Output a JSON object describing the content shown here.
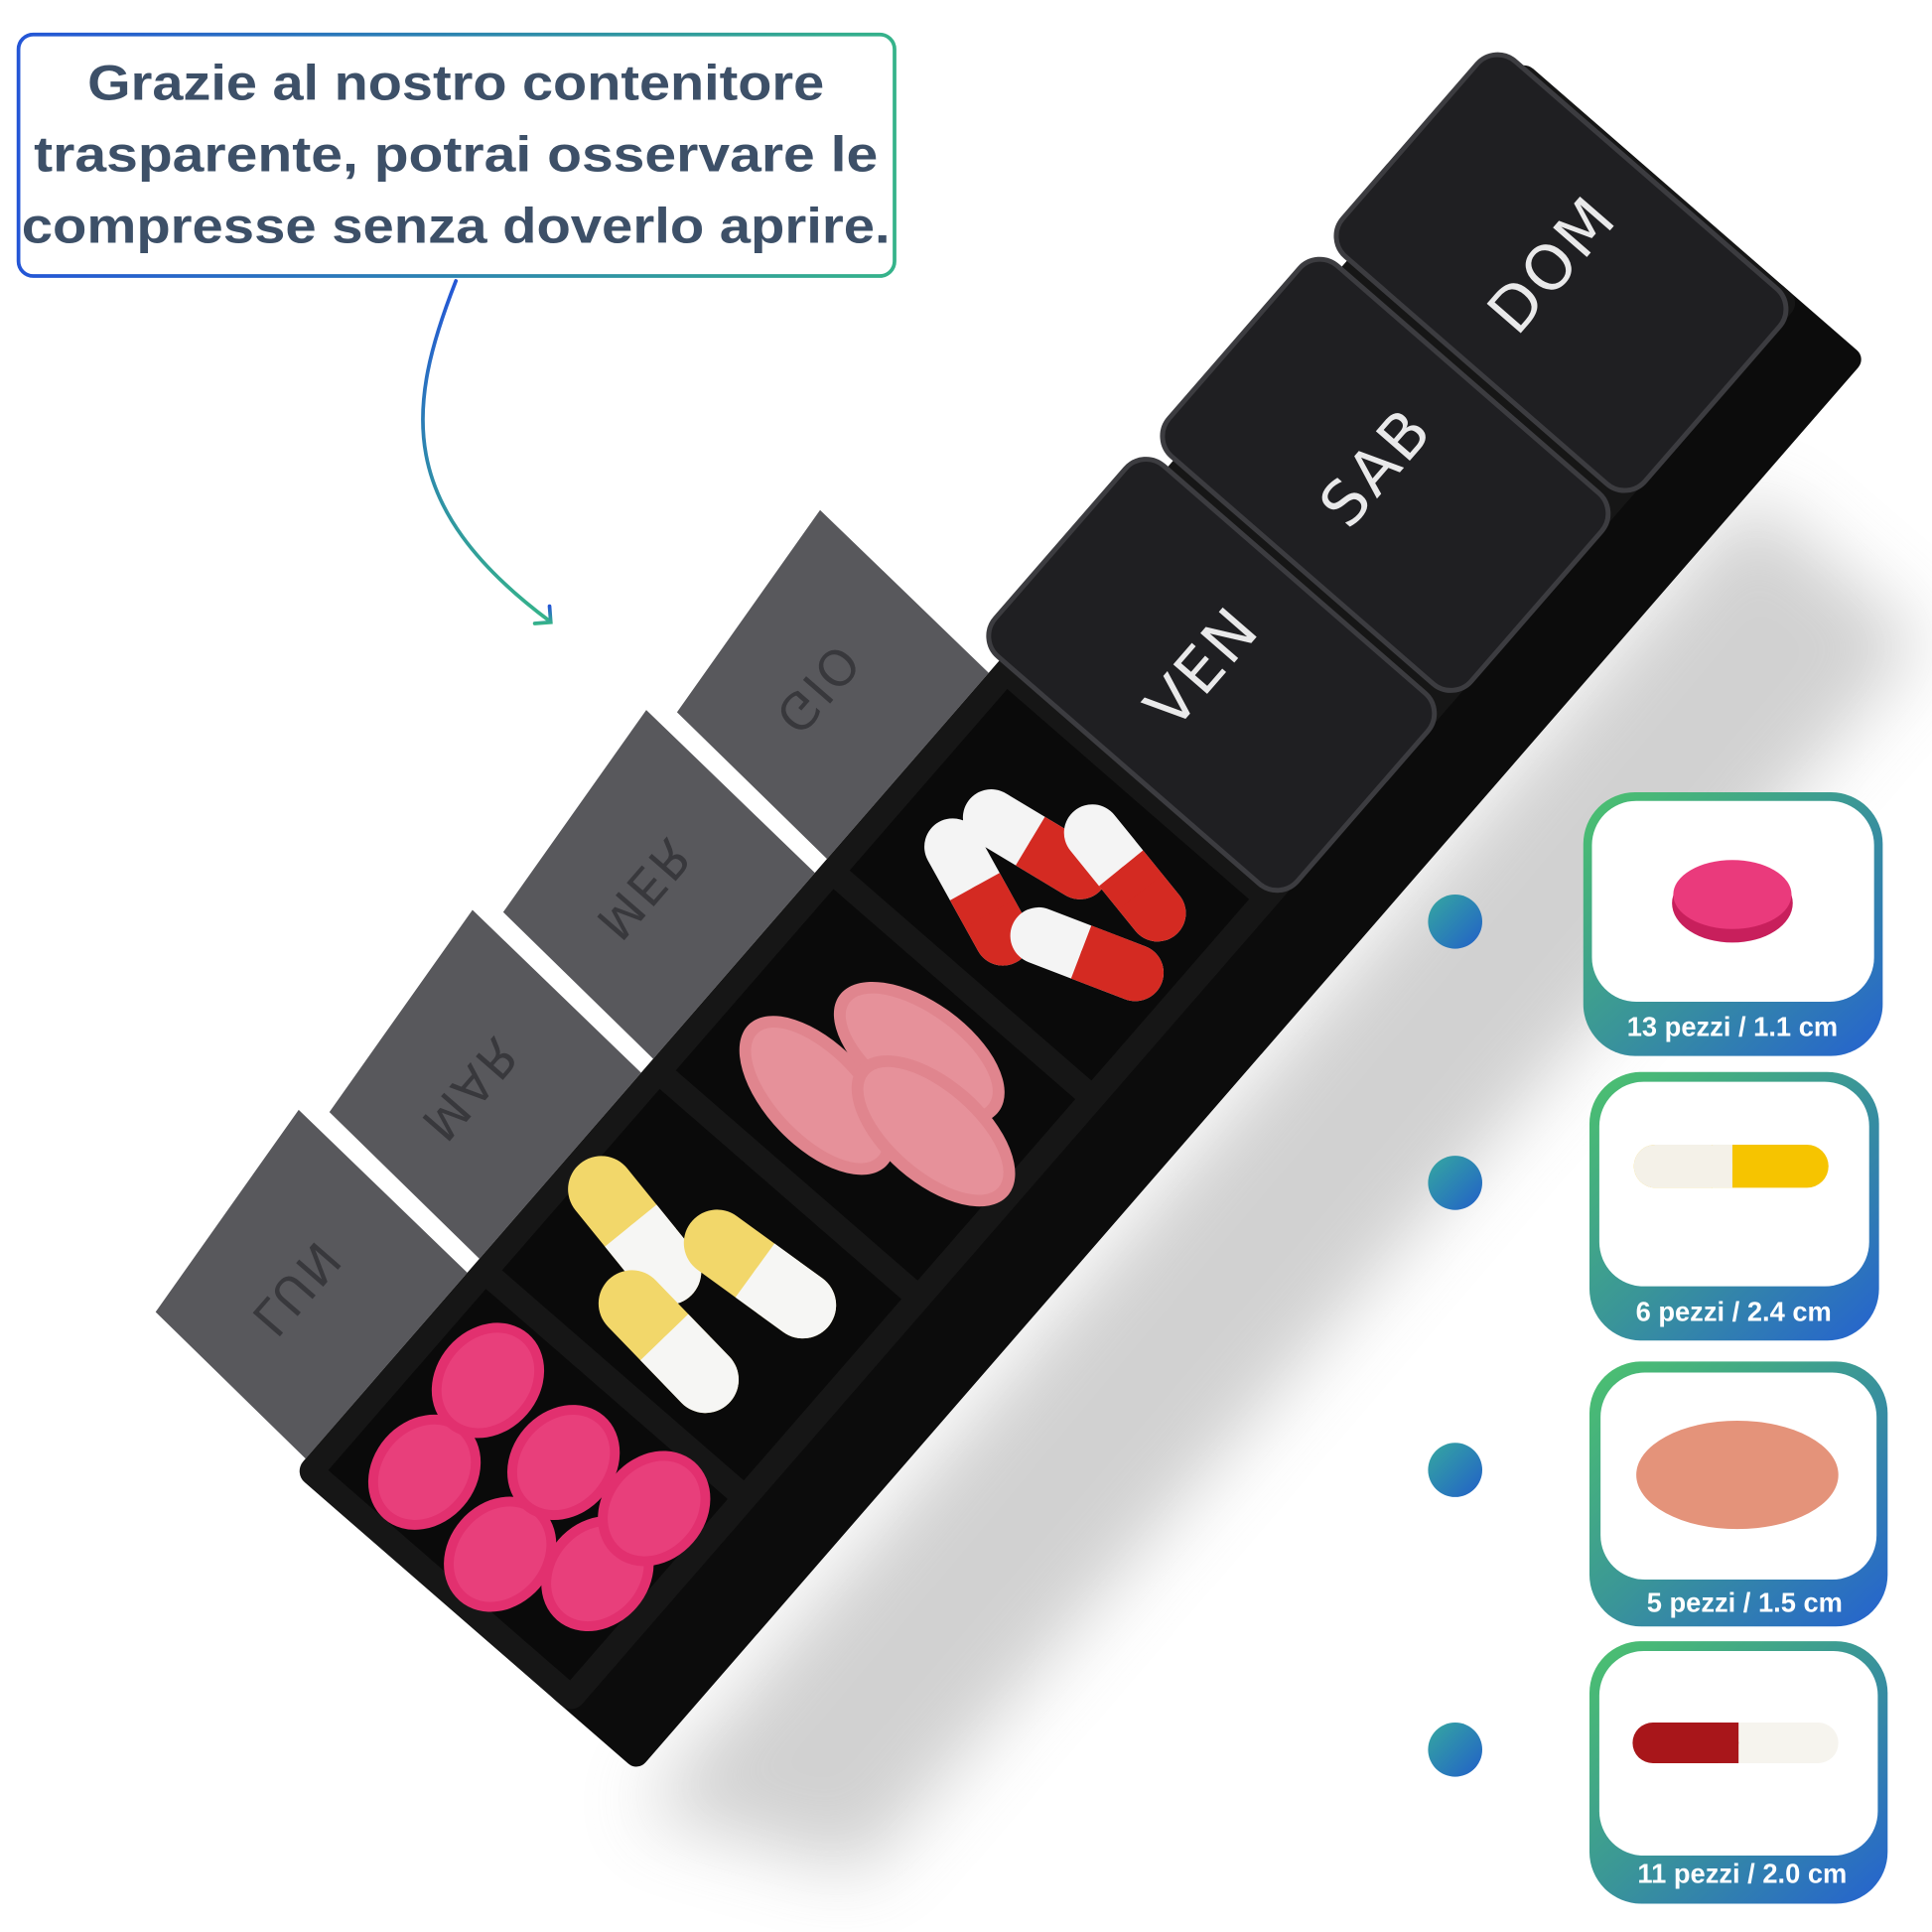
{
  "callout": {
    "lines": [
      "Grazie al nostro contenitore",
      "trasparente, potrai osservare le",
      "compresse senza doverlo aprire."
    ]
  },
  "organizer": {
    "open_days": [
      "LUN",
      "MAR",
      "MER",
      "GIO"
    ],
    "closed_days": [
      "VEN",
      "SAB",
      "DOM"
    ]
  },
  "pill_cards": [
    {
      "label": "13 pezzi / 1.1 cm",
      "pill": "pink-round-tablet-icon"
    },
    {
      "label": "6 pezzi / 2.4 cm",
      "pill": "white-yellow-capsule-icon"
    },
    {
      "label": "5 pezzi / 1.5 cm",
      "pill": "pink-oval-tablet-icon"
    },
    {
      "label": "11 pezzi / 2.0 cm",
      "pill": "red-white-capsule-icon"
    }
  ],
  "colors": {
    "text": "#3d5068",
    "gradient_blue": "#2456d6",
    "gradient_green": "#4cc26e",
    "organizer": "#151515"
  }
}
